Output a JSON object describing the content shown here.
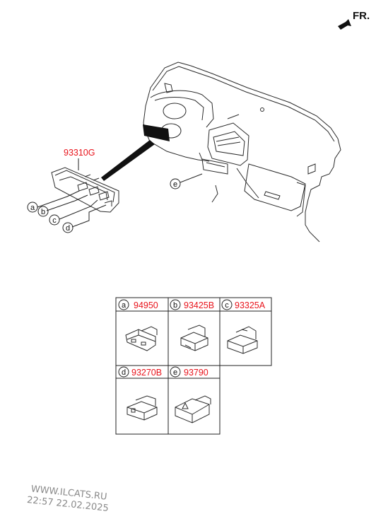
{
  "orientation": {
    "label": "FR."
  },
  "main_part": {
    "number": "93310G"
  },
  "callouts": {
    "a": "a",
    "b": "b",
    "c": "c",
    "d": "d",
    "e": "e"
  },
  "parts_table": {
    "cells": [
      {
        "letter": "a",
        "number": "94950"
      },
      {
        "letter": "b",
        "number": "93425B"
      },
      {
        "letter": "c",
        "number": "93325A"
      },
      {
        "letter": "d",
        "number": "93270B"
      },
      {
        "letter": "e",
        "number": "93790"
      }
    ]
  },
  "watermark": {
    "site": "WWW.ILCATS.RU",
    "stamp": "22:57 22.02.2025"
  },
  "colors": {
    "part_number": "#e8141c",
    "line": "#222222",
    "watermark": "#8a8a8a"
  }
}
